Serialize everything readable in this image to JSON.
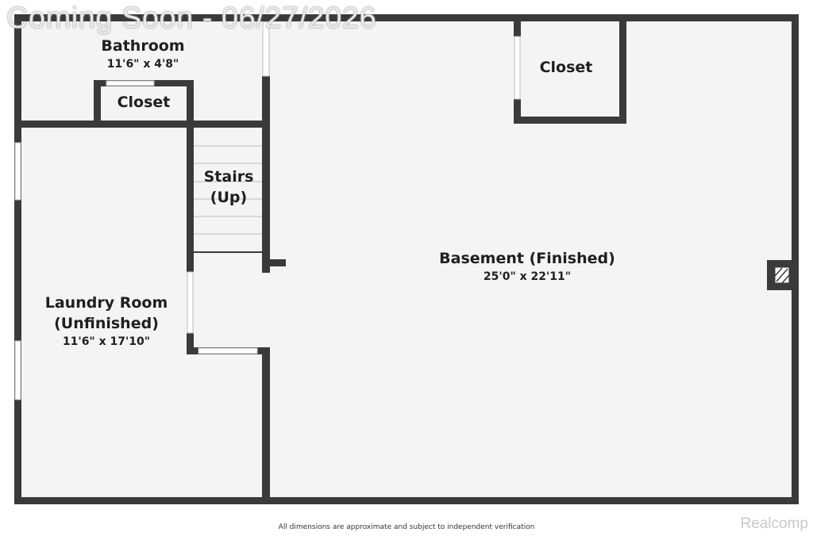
{
  "watermark": "Coming Soon - 06/27/2026",
  "rooms": [
    {
      "id": "bathroom",
      "name": "Bathroom",
      "dimensions": "11'6\" x 4'8\""
    },
    {
      "id": "closet-bath",
      "name": "Closet"
    },
    {
      "id": "closet-basement",
      "name": "Closet"
    },
    {
      "id": "stairs",
      "name": "Stairs",
      "name2": "(Up)"
    },
    {
      "id": "basement",
      "name": "Basement (Finished)",
      "dimensions": "25'0\" x 22'11\""
    },
    {
      "id": "laundry",
      "name": "Laundry Room",
      "name2": "(Unfinished)",
      "dimensions": "11'6\" x 17'10\""
    }
  ],
  "footer_note": "All dimensions are approximate and subject to independent verification",
  "brand": "Realcomp",
  "colors": {
    "wall": "#3a3a3a",
    "floor": "#f4f4f4",
    "background": "#ffffff"
  }
}
